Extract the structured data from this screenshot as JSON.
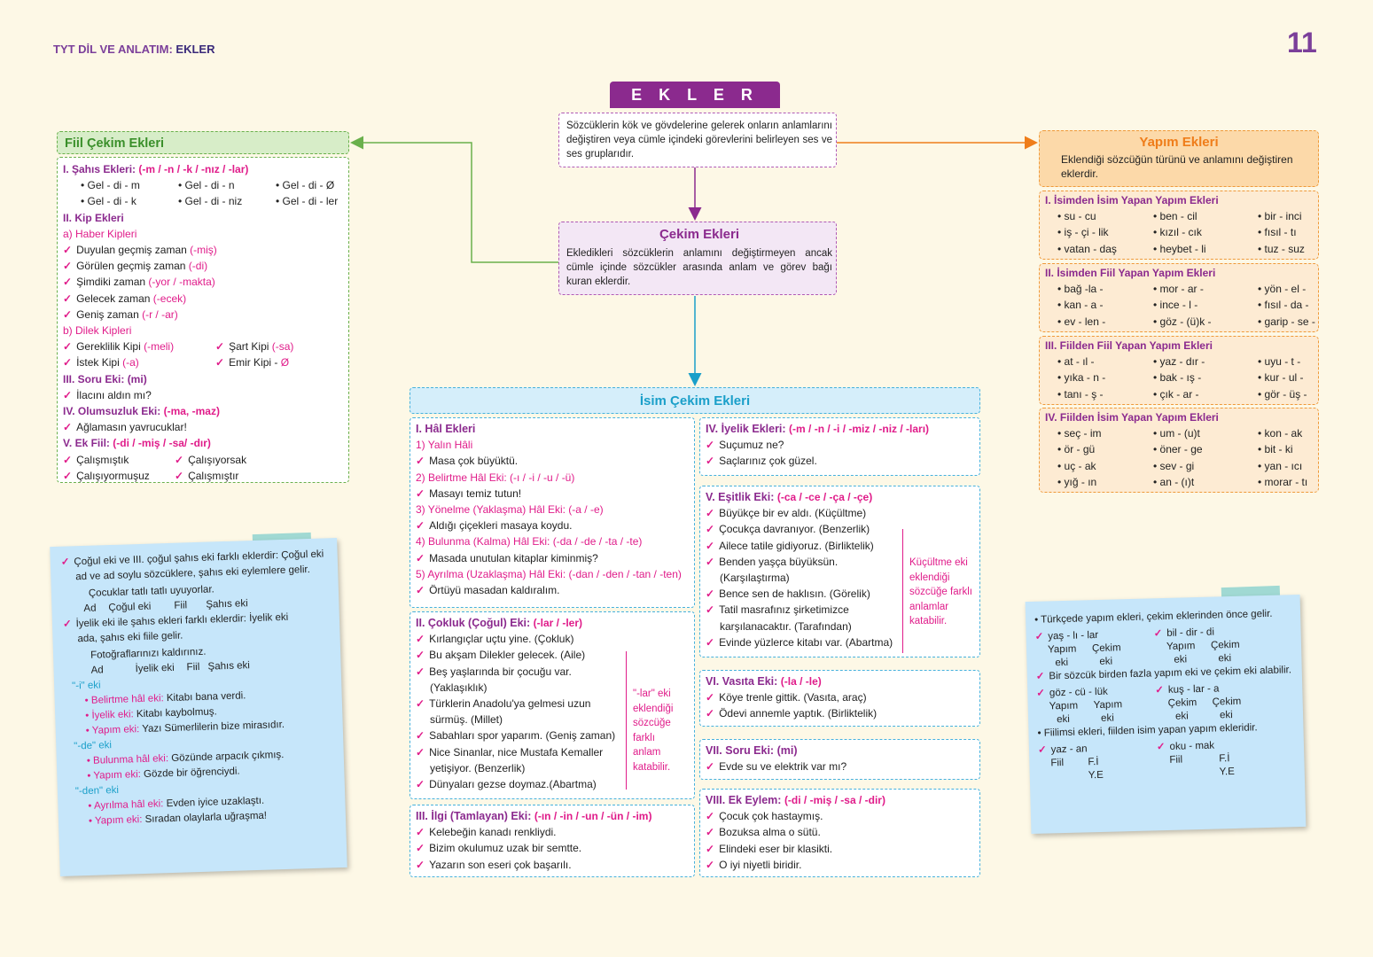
{
  "header": {
    "prefix": "TYT DİL VE ANLATIM: ",
    "topic": "EKLER",
    "page_number": "11"
  },
  "root": {
    "title": "E K L E R",
    "description": "Sözcüklerin kök ve gövdelerine gelerek onların anlamlarını değiştiren veya cümle içindeki görevlerini belirleyen ses ve ses gruplarıdır."
  },
  "cekim": {
    "title": "Çekim Ekleri",
    "description": "Ekledikleri sözcüklerin anlamını değiştirmeyen ancak cümle içinde sözcükler arasında anlam ve görev bağı kuran eklerdir."
  },
  "fiil": {
    "title": "Fiil Çekim Ekleri",
    "s1_title": "I. Şahıs Ekleri: ",
    "s1_suffix": "(-m / -n / -k / -nız / -lar)",
    "s1_items": [
      "• Gel - di - m",
      "• Gel - di - n",
      "• Gel - di - Ø",
      "• Gel - di - k",
      "• Gel - di - niz",
      "• Gel - di - ler"
    ],
    "s2_title": "II. Kip Ekleri",
    "haber": "a) Haber Kipleri",
    "haber_items": [
      {
        "text": "Duyulan geçmiş zaman ",
        "suffix": "(-miş)"
      },
      {
        "text": "Görülen geçmiş zaman ",
        "suffix": "(-di)"
      },
      {
        "text": "Şimdiki zaman ",
        "suffix": "(-yor / -makta)"
      },
      {
        "text": "Gelecek zaman ",
        "suffix": "(-ecek)"
      },
      {
        "text": "Geniş zaman ",
        "suffix": "(-r / -ar)"
      }
    ],
    "dilek": "b) Dilek Kipleri",
    "dilek_items": [
      {
        "text": "Gereklilik Kipi ",
        "suffix": "(-meli)"
      },
      {
        "text": "Şart Kipi ",
        "suffix": "(-sa)"
      },
      {
        "text": "İstek Kipi ",
        "suffix": "(-a)"
      },
      {
        "text": "Emir Kipi - ",
        "suffix": "Ø"
      }
    ],
    "s3_title": "III. Soru Eki: ",
    "s3_suffix": "(mi)",
    "s3_ex": "İlacını aldın mı?",
    "s4_title": "IV. Olumsuzluk Eki: ",
    "s4_suffix": "(-ma, -maz)",
    "s4_ex": "Ağlamasın yavrucuklar!",
    "s5_title": "V. Ek Fiil: ",
    "s5_suffix": "(-di / -miş / -sa/ -dır)",
    "s5_items": [
      "Çalışmıştık",
      "Çalışıyorsak",
      "Çalışıyormuşuz",
      "Çalışmıştır"
    ]
  },
  "yapim": {
    "title": "Yapım Ekleri",
    "description": "Eklendiği sözcüğün türünü ve anlamını değiştiren eklerdir.",
    "groups": [
      {
        "title": "I. İsimden İsim Yapan Yapım Ekleri",
        "items": [
          "• su - cu",
          "• ben - cil",
          "• bir - inci",
          "• iş - çi - lik",
          "• kızıl - cık",
          "• fısıl - tı",
          "• vatan - daş",
          "• heybet - li",
          "• tuz - suz"
        ]
      },
      {
        "title": "II. İsimden Fiil Yapan Yapım Ekleri",
        "items": [
          "• bağ -la -",
          "• mor - ar -",
          "• yön - el -",
          "• kan - a -",
          "• ince - l -",
          "• fısıl - da -",
          "• ev - len -",
          "• göz - (ü)k -",
          "• garip - se -"
        ]
      },
      {
        "title": "III. Fiilden Fiil Yapan Yapım Ekleri",
        "items": [
          "• at - ıl -",
          "• yaz - dır -",
          "• uyu - t -",
          "• yıka - n -",
          "• bak - ış -",
          "• kur - ul -",
          "• tanı - ş -",
          "• çık - ar -",
          "• gör - üş -"
        ]
      },
      {
        "title": "IV. Fiilden İsim Yapan Yapım Ekleri",
        "items": [
          "• seç - im",
          "• um - (u)t",
          "• kon - ak",
          "• ör - gü",
          "• öner - ge",
          "• bit - ki",
          "• uç - ak",
          "• sev - gi",
          "• yan - ıcı",
          "• yığ - ın",
          "• an - (ı)t",
          "• morar - tı"
        ]
      }
    ]
  },
  "isim": {
    "title": "İsim Çekim Ekleri",
    "hal": {
      "title": "I. Hâl Ekleri",
      "lines": [
        {
          "label": "1) Yalın Hâli"
        },
        {
          "ex": "Masa çok büyüktü."
        },
        {
          "label": "2) Belirtme Hâl Eki: (-ı / -i / -u / -ü)"
        },
        {
          "ex": "Masayı temiz tutun!"
        },
        {
          "label": "3) Yönelme (Yaklaşma) Hâl Eki: (-a / -e)"
        },
        {
          "ex": "Aldığı çiçekleri masaya koydu."
        },
        {
          "label": "4) Bulunma (Kalma) Hâl Eki: (-da / -de / -ta / -te)"
        },
        {
          "ex": "Masada unutulan kitaplar kiminmiş?"
        },
        {
          "label": "5) Ayrılma (Uzaklaşma) Hâl Eki: (-dan / -den / -tan / -ten)"
        },
        {
          "ex": "Örtüyü masadan kaldıralım."
        }
      ]
    },
    "cokluk": {
      "title": "II. Çokluk (Çoğul) Eki: ",
      "suffix": "(-lar / -ler)",
      "items": [
        "Kırlangıçlar uçtu yine. (Çokluk)",
        "Bu akşam Dilekler gelecek. (Aile)",
        "Beş yaşlarında bir çocuğu var.",
        "(Yaklaşıklık)",
        "Türklerin Anadolu'ya gelmesi uzun",
        "sürmüş. (Millet)",
        "Sabahları spor yaparım. (Geniş zaman)",
        "Nice Sinanlar, nice Mustafa Kemaller",
        "yetişiyor. (Benzerlik)",
        "Dünyaları gezse doymaz.(Abartma)"
      ],
      "note": "\"-lar\" eki eklendiği sözcüğe farklı anlam katabilir."
    },
    "ilgi": {
      "title": "III. İlgi (Tamlayan) Eki: ",
      "suffix": "(-ın / -in / -un / -ün / -im)",
      "items": [
        "Kelebeğin kanadı renkliydi.",
        "Bizim okulumuz uzak bir semtte.",
        "Yazarın son eseri çok başarılı."
      ]
    },
    "iyelik": {
      "title": "IV. İyelik Ekleri: ",
      "suffix": "(-m / -n / -i / -miz / -niz / -ları)",
      "items": [
        "Suçumuz ne?",
        "Saçlarınız çok güzel."
      ]
    },
    "esitlik": {
      "title": "V. Eşitlik Eki: ",
      "suffix": "(-ca / -ce / -ça / -çe)",
      "items": [
        "Büyükçe bir ev aldı. (Küçültme)",
        "Çocukça davranıyor. (Benzerlik)",
        "Ailece tatile gidiyoruz. (Birliktelik)",
        "Benden yaşça büyüksün.",
        "(Karşılaştırma)",
        "Bence sen de haklısın. (Görelik)",
        "Tatil masrafınız şirketimizce",
        "karşılanacaktır. (Tarafından)",
        "Evinde yüzlerce kitabı var. (Abartma)"
      ],
      "note": "Küçültme eki eklendiği sözcüğe farklı anlamlar katabilir."
    },
    "vasita": {
      "title": "VI. Vasıta Eki: ",
      "suffix": "(-la / -le)",
      "items": [
        "Köye trenle gittik. (Vasıta, araç)",
        "Ödevi annemle yaptık. (Birliktelik)"
      ]
    },
    "soru": {
      "title": "VII. Soru Eki: ",
      "suffix": "(mi)",
      "items": [
        "Evde su ve elektrik var mı?"
      ]
    },
    "ekeylem": {
      "title": "VIII. Ek Eylem: ",
      "suffix": "(-di / -miş / -sa / -dir)",
      "items": [
        "Çocuk çok hastaymış.",
        "Bozuksa alma o sütü.",
        "Elindeki eser bir klasikti.",
        "O iyi niyetli biridir."
      ]
    }
  },
  "note_left": {
    "p1a": "Çoğul eki ve III. çoğul şahıs eki farklı eklerdir: Çoğul eki",
    "p1b": "ad ve ad soylu sözcüklere, şahıs eki eylemlere gelir.",
    "ex1": "Çocuklar tatlı tatlı uyuyorlar.",
    "ex1_labels": [
      "Ad",
      "Çoğul eki",
      "Fiil",
      "Şahıs eki"
    ],
    "p2a": "İyelik eki ile şahıs ekleri farklı eklerdir: İyelik eki",
    "p2b": "ada, şahıs eki fiile gelir.",
    "ex2": "Fotoğraflarınızı kaldırınız.",
    "ex2_labels": [
      "Ad",
      "İyelik eki",
      "Fiil",
      "Şahıs eki"
    ],
    "g1": "\"-i\" eki",
    "g1_items": [
      {
        "l": "Belirtme hâl eki: ",
        "t": "Kitabı bana verdi."
      },
      {
        "l": "İyelik eki: ",
        "t": "Kitabı kaybolmuş."
      },
      {
        "l": "Yapım eki: ",
        "t": "Yazı Sümerlilerin bize mirasıdır."
      }
    ],
    "g2": "\"-de\" eki",
    "g2_items": [
      {
        "l": "Bulunma hâl eki: ",
        "t": "Gözünde arpacık çıkmış."
      },
      {
        "l": "Yapım eki: ",
        "t": "Gözde bir öğrenciydi."
      }
    ],
    "g3": "\"-den\" eki",
    "g3_items": [
      {
        "l": "Ayrılma hâl eki: ",
        "t": "Evden iyice uzaklaştı."
      },
      {
        "l": "Yapım eki: ",
        "t": "Sıradan olaylarla uğraşma!"
      }
    ]
  },
  "note_right": {
    "p1": "Türkçede yapım ekleri, çekim eklerinden önce gelir.",
    "w1": "yaş - lı - lar",
    "w1_labels": [
      "Yapım",
      "eki",
      "Çekim",
      "eki"
    ],
    "w2": "bil - dir - di",
    "w2_labels": [
      "Yapım",
      "eki",
      "Çekim",
      "eki"
    ],
    "p2": "Bir sözcük birden fazla yapım eki ve çekim eki alabilir.",
    "w3": "göz - cü - lük",
    "w3_labels": [
      "Yapım",
      "eki",
      "Yapım",
      "eki"
    ],
    "w4": "kuş - lar - a",
    "w4_labels": [
      "Çekim",
      "eki",
      "Çekim",
      "eki"
    ],
    "p3": "Fiilimsi ekleri, fiilden isim yapan yapım ekleridir.",
    "w5": "yaz - an",
    "w5_labels": [
      "Fiil",
      "F.İ",
      "Y.E"
    ],
    "w6": "oku - mak",
    "w6_labels": [
      "Fiil",
      "F.İ",
      "Y.E"
    ]
  },
  "colors": {
    "purple": "#8b2a8e",
    "magenta": "#e01c8a",
    "green": "#6ab04c",
    "orange": "#ef7d1a",
    "blue": "#1a9fc9"
  },
  "icons": [
    "check-mark-icon",
    "arrow-icon"
  ]
}
